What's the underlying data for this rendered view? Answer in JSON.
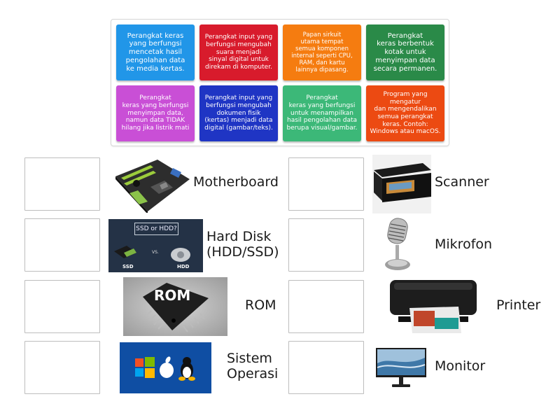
{
  "cards": [
    {
      "text": "Perangkat keras\nyang berfungsi\nmencetak hasil\npengolahan data\nke media kertas.",
      "color": "#2196e8"
    },
    {
      "text": "Perangkat input yang\nberfungsi mengubah\nsuara menjadi\nsinyal digital untuk\ndirekam di komputer.",
      "color": "#d81b2c"
    },
    {
      "text": "Papan sirkuit\nutama tempat\nsemua komponen\ninternal seperti CPU,\nRAM, dan kartu\nlainnya dipasang.",
      "color": "#f57c10"
    },
    {
      "text": "Perangkat\nkeras berbentuk\nkotak untuk\nmenyimpan data\nsecara permanen.",
      "color": "#2a8a48"
    },
    {
      "text": "Perangkat\nkeras yang berfungsi\nmenyimpan data,\nnamun data TIDAK\nhilang jika listrik mati",
      "color": "#c94fd6"
    },
    {
      "text": "Perangkat input yang\nberfungsi mengubah\ndokumen fisik\n(kertas) menjadi data\ndigital (gambar/teks).",
      "color": "#1f35c4"
    },
    {
      "text": "Perangkat\nkeras yang berfungsi\nuntuk menampilkan\nhasil pengolahan data\nberupa visual/gambar.",
      "color": "#3cb878"
    },
    {
      "text": "Program yang\nmengatur\ndan mengendalikan\nsemua perangkat\nkeras. Contoh:\nWindows atau macOS.",
      "color": "#ec4a12"
    }
  ],
  "targets": [
    {
      "label": "Motherboard",
      "image": "motherboard-image"
    },
    {
      "label": "Hard Disk\n(HDD/SSD)",
      "image": "hard-disk-image",
      "image_text": {
        "title": "SSD or HDD?",
        "vs": "VS.",
        "left": "SSD",
        "right": "HDD"
      }
    },
    {
      "label": "ROM",
      "image": "rom-chip-image",
      "image_text": {
        "chip": "ROM"
      }
    },
    {
      "label": "Sistem\nOperasi",
      "image": "operating-system-logos-image"
    },
    {
      "label": "Scanner",
      "image": "scanner-image"
    },
    {
      "label": "Mikrofon",
      "image": "microphone-image"
    },
    {
      "label": "Printer",
      "image": "printer-image"
    },
    {
      "label": "Monitor",
      "image": "monitor-image"
    }
  ]
}
